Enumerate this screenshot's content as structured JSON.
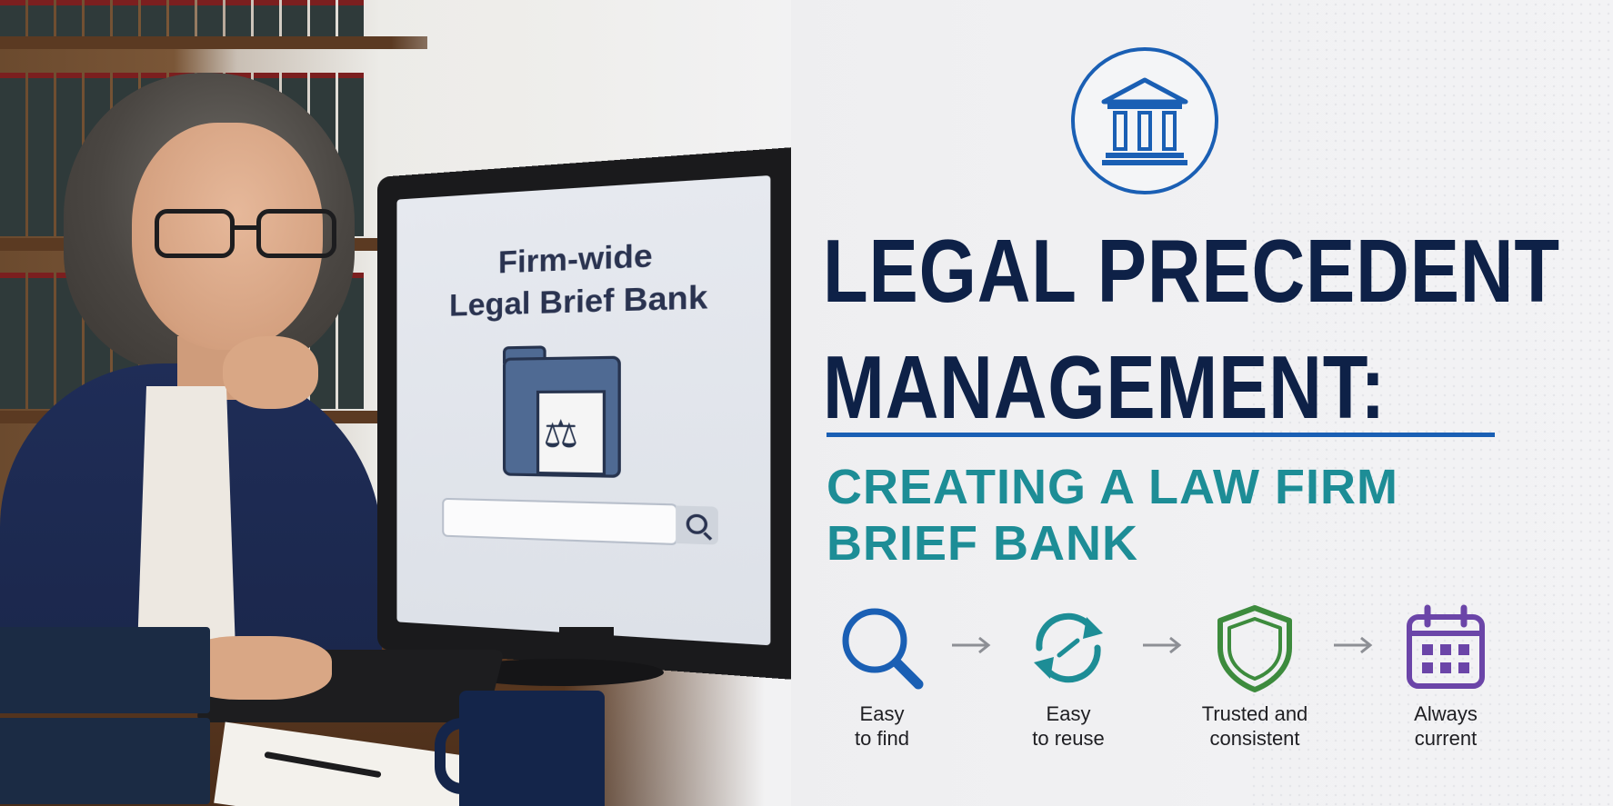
{
  "photo": {
    "screen_title": "Firm-wide\nLegal Brief Bank"
  },
  "headline": {
    "title_line1": "LEGAL PRECEDENT",
    "title_line2": "MANAGEMENT:",
    "subtitle_line1": "CREATING A LAW FIRM",
    "subtitle_line2": "BRIEF BANK"
  },
  "features": [
    {
      "label": "Easy\nto find",
      "icon": "magnifier-icon",
      "color": "#1a5fb4"
    },
    {
      "label": "Easy\nto reuse",
      "icon": "refresh-icon",
      "color": "#1d8d96"
    },
    {
      "label": "Trusted and\nconsistent",
      "icon": "shield-icon",
      "color": "#3d8b3d"
    },
    {
      "label": "Always\ncurrent",
      "icon": "calendar-icon",
      "color": "#6b45a8"
    }
  ],
  "colors": {
    "title": "#0e2147",
    "subtitle": "#1d8d96",
    "accent": "#1a5fb4"
  }
}
